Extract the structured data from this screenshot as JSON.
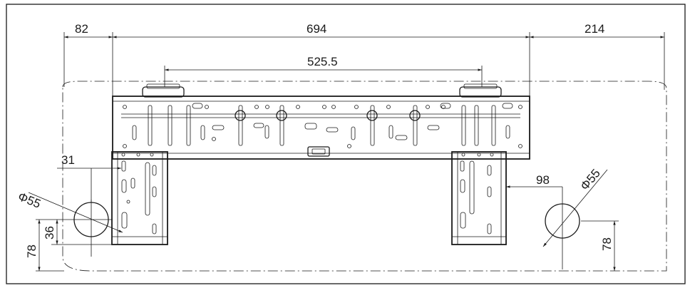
{
  "dimensions": {
    "left_offset": "82",
    "mounting_width": "694",
    "right_offset": "214",
    "hook_spacing": "525.5",
    "left_edge_gap": "31",
    "left_hole_diameter": "Φ55",
    "left_hole_height": "36",
    "left_hole_bottom": "78",
    "right_edge_gap": "98",
    "right_hole_diameter": "Φ55",
    "right_hole_bottom": "78"
  },
  "colors": {
    "line": "#1a1a1a",
    "background": "#ffffff"
  }
}
